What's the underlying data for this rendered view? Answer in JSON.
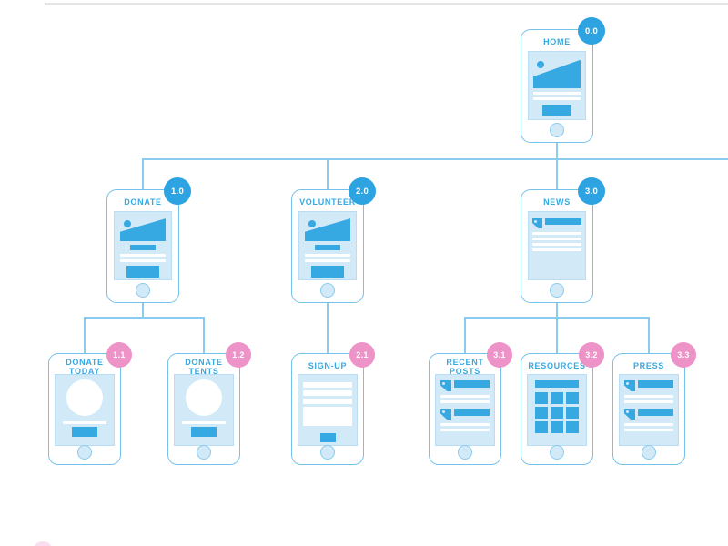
{
  "colors": {
    "accent": "#36a8e2",
    "badge_blue": "#2da3e2",
    "badge_pink": "#ee93c8",
    "screen": "#d2eaf8",
    "outline": "#74c1ea",
    "connector": "#8acbef",
    "topline": "#e4e4e4"
  },
  "nodes": {
    "home": {
      "label": "HOME",
      "badge": "0.0"
    },
    "donate": {
      "label": "DONATE",
      "badge": "1.0"
    },
    "volunteer": {
      "label": "VOLUNTEER",
      "badge": "2.0"
    },
    "news": {
      "label": "NEWS",
      "badge": "3.0"
    },
    "donate_today": {
      "label": "DONATE TODAY",
      "badge": "1.1"
    },
    "donate_tents": {
      "label": "DONATE TENTS",
      "badge": "1.2"
    },
    "signup": {
      "label": "SIGN-UP",
      "badge": "2.1"
    },
    "recent_posts": {
      "label": "RECENT POSTS",
      "badge": "3.1"
    },
    "resources": {
      "label": "RESOURCES",
      "badge": "3.2"
    },
    "press": {
      "label": "PRESS",
      "badge": "3.3"
    }
  },
  "hierarchy": {
    "home": [
      "donate",
      "volunteer",
      "news"
    ],
    "donate": [
      "donate_today",
      "donate_tents"
    ],
    "volunteer": [
      "signup"
    ],
    "news": [
      "recent_posts",
      "resources",
      "press"
    ]
  }
}
